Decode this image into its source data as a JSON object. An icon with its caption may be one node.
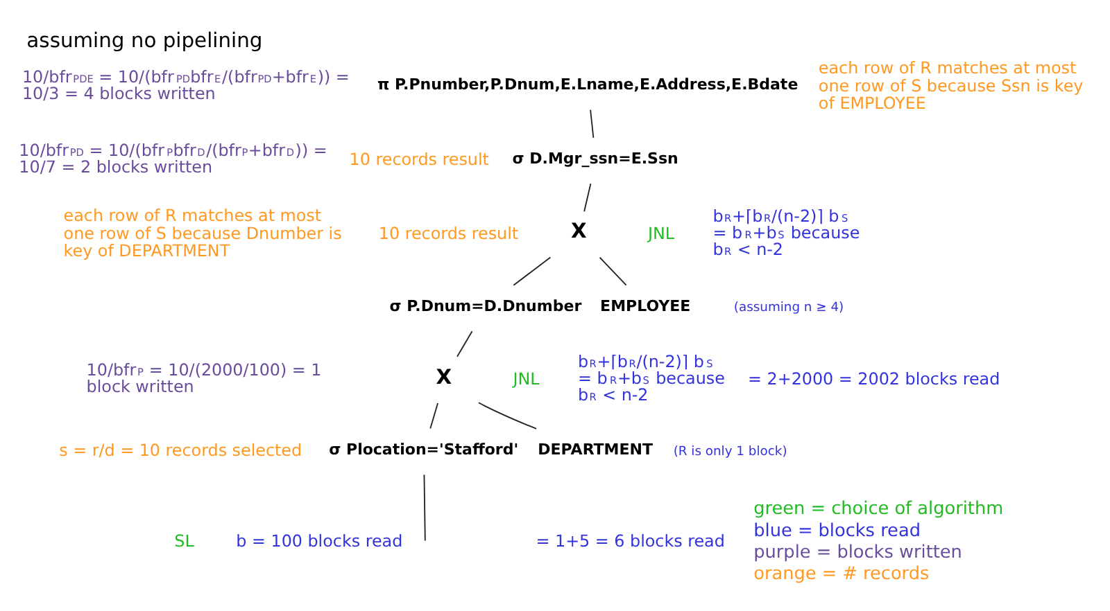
{
  "diagram": {
    "title": "assuming no pipelining",
    "nodes": [
      {
        "text": [
          "π P.Pnumber,P.Dnum,E.Lname,E.Address,E.Bdate"
        ]
      },
      {
        "text": [
          "σ D.Mgr_ssn=E.Ssn"
        ]
      },
      {
        "text": [
          "X"
        ]
      },
      {
        "text": [
          "EMPLOYEE"
        ]
      },
      {
        "text": [
          "σ P.Dnum=D.Dnumber"
        ]
      },
      {
        "text": [
          "X"
        ]
      },
      {
        "text": [
          "DEPARTMENT"
        ]
      },
      {
        "text": [
          "σ Plocation='Stafford'"
        ]
      }
    ],
    "edges": [
      {
        "from": 0,
        "to": 1,
        "arrow": "none"
      },
      {
        "from": 1,
        "to": 2,
        "arrow": "none"
      },
      {
        "from": 2,
        "to": 4,
        "arrow": "none"
      },
      {
        "from": 2,
        "to": 3,
        "arrow": "none"
      },
      {
        "from": 4,
        "to": 5,
        "arrow": "none"
      },
      {
        "from": 5,
        "to": 7,
        "arrow": "none"
      },
      {
        "from": 5,
        "to": 6,
        "arrow": "none"
      },
      {
        "from": 7,
        "to": null,
        "arrow": "none"
      }
    ],
    "labels": [
      "10/bfr$_{PDE}$ = 10/(bfr$_{PD}$bfr$_{E}$/(bfr$_{PD}$+bfr$_{E}$)) = 10/3 = 4 blocks written",
      "10 records result",
      "each row of R matches at most one row of S because Ssn is key of EMPLOYEE",
      "10/bfr$_{PD}$ = 10/(bfr$_{P}$bfr$_{D}$/(bfr$_{P}$+bfr$_{D}$)) = 10/7 = 2 blocks written",
      "JNL",
      "b$_{R}$+⌈b$_{R}$/(n-2)⌉ b$_{S}$ = b$_{R}$+b$_{S}$ because b$_{R}$ < n-2",
      "(assuming n ≥ 4)",
      "= 2+2000 = 2002 blocks read",
      "each row of R matches at most one row of S because Dnumber is key of DEPARTMENT",
      "10 records result",
      "JNL",
      "b$_{R}$+⌈b$_{R}$/(n-2)⌉ b$_{S}$ = b$_{R}$+b$_{S}$ because b$_{R}$ < n-2",
      "(R is only 1 block)",
      "= 1+5 = 6 blocks read",
      "10/bfr$_{P}$ = 10/(2000/100) = 1 block written",
      "s = r/d = 10 records selected",
      "SL",
      "b = 100 blocks read"
    ],
    "legend": [
      {
        "text": "green = choice of algorithm",
        "color": "#22bb22"
      },
      {
        "text": "blue = blocks read",
        "color": "#3333dd"
      },
      {
        "text": "purple = blocks written",
        "color": "#6a4c9c"
      },
      {
        "text": "orange = # records",
        "color": "#ff9922"
      }
    ]
  }
}
